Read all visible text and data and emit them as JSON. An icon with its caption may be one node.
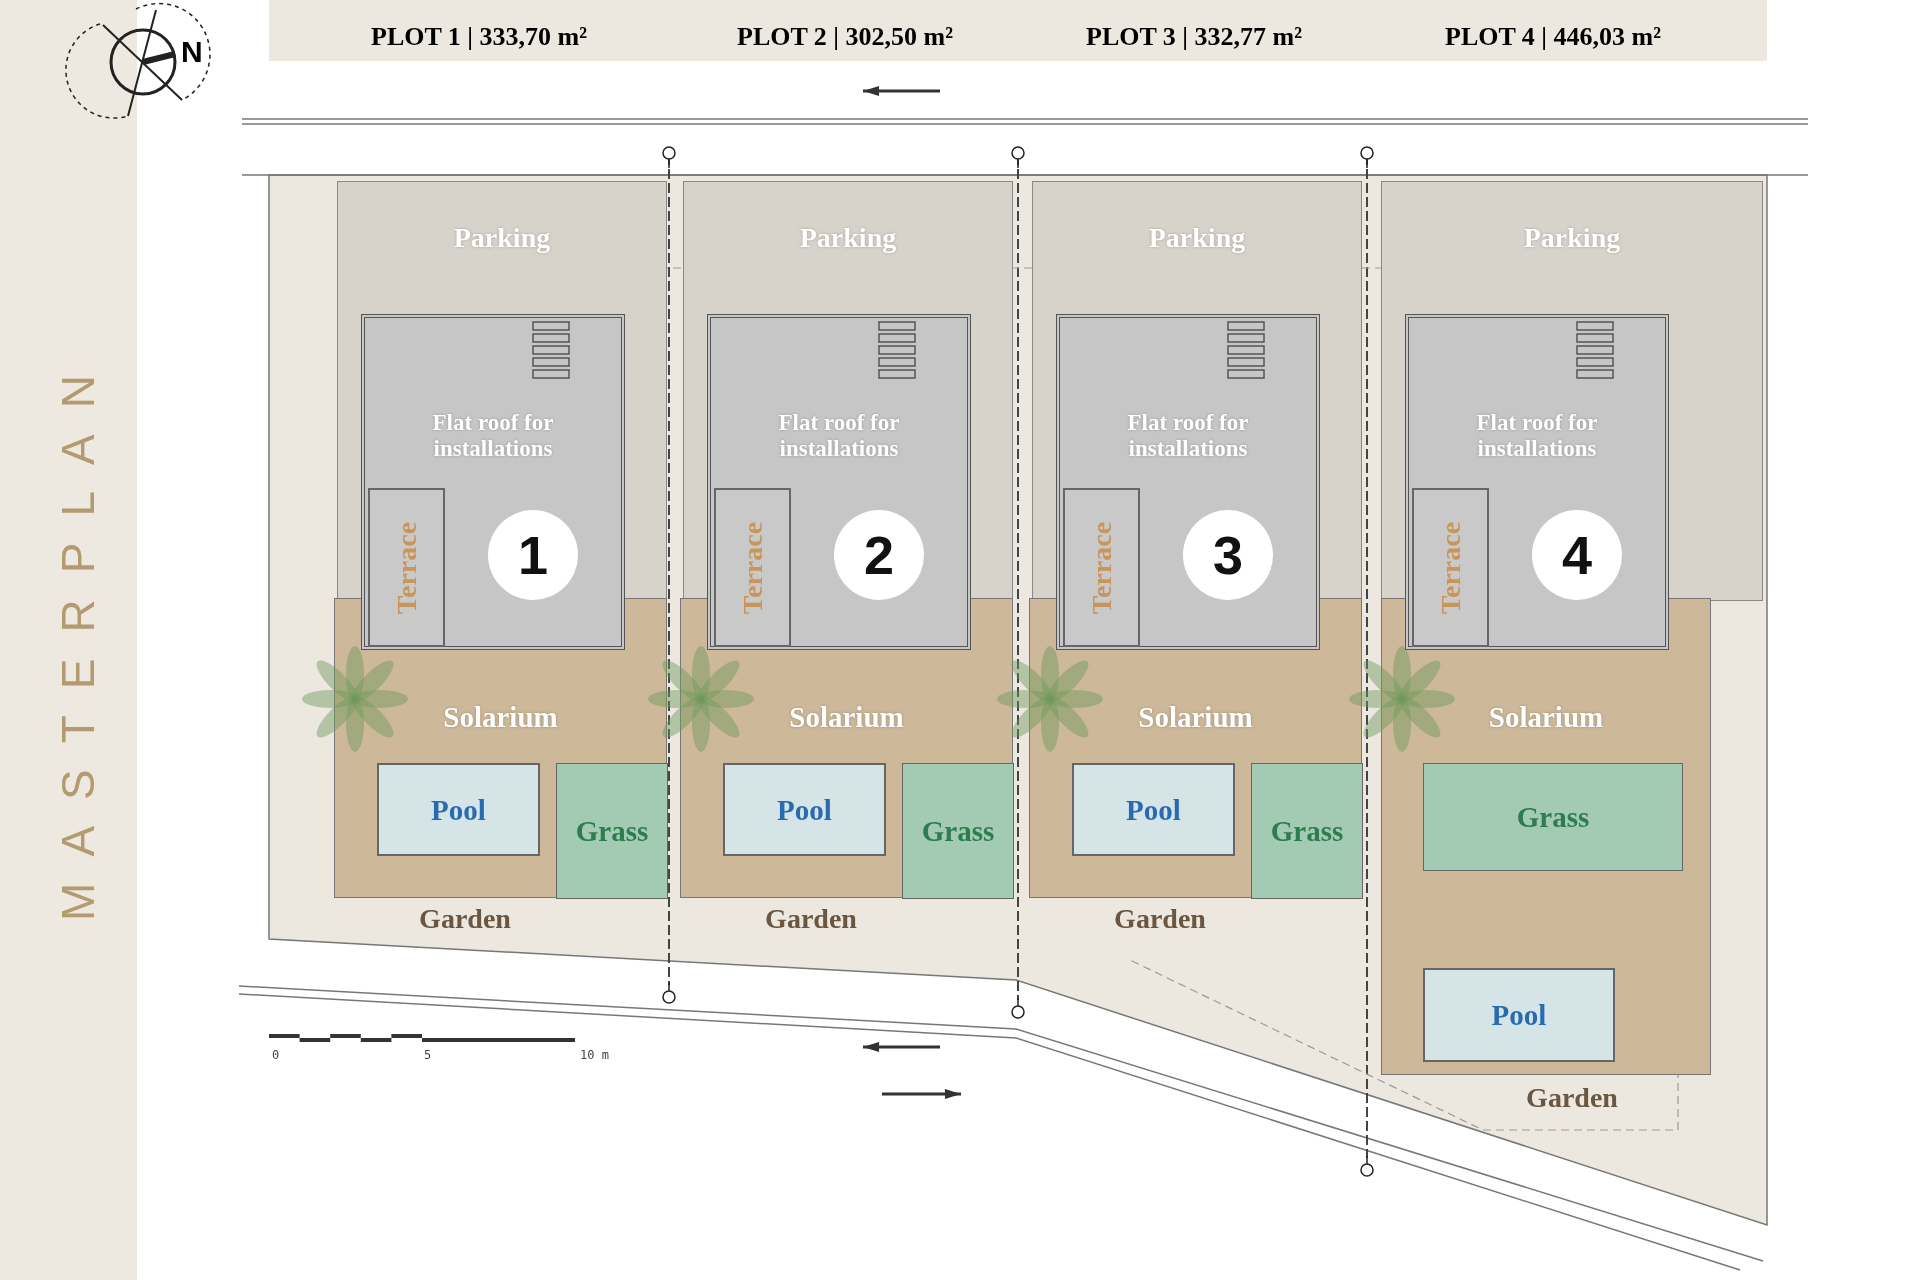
{
  "diagram": {
    "title": "MASTERPLAN",
    "nodes": [
      {
        "text": [
          "Parking"
        ]
      },
      {
        "text": [
          "Flat roof for installations"
        ]
      },
      {
        "text": [
          "Terrace"
        ],
        "in": 1
      },
      {
        "text": [
          "1"
        ],
        "in": 1
      },
      {
        "text": [
          "Solarium"
        ]
      },
      {
        "text": [
          "Pool"
        ],
        "in": 4
      },
      {
        "text": [
          "Grass"
        ],
        "in": 4
      },
      {
        "text": [
          "Garden"
        ]
      },
      {
        "text": [
          "Parking"
        ]
      },
      {
        "text": [
          "Flat roof for installations"
        ]
      },
      {
        "text": [
          "Terrace"
        ],
        "in": 9
      },
      {
        "text": [
          "2"
        ],
        "in": 9
      },
      {
        "text": [
          "Solarium"
        ]
      },
      {
        "text": [
          "Pool"
        ],
        "in": 12
      },
      {
        "text": [
          "Grass"
        ],
        "in": 12
      },
      {
        "text": [
          "Garden"
        ]
      },
      {
        "text": [
          "Parking"
        ]
      },
      {
        "text": [
          "Flat roof for installations"
        ]
      },
      {
        "text": [
          "Terrace"
        ],
        "in": 17
      },
      {
        "text": [
          "3"
        ],
        "in": 17
      },
      {
        "text": [
          "Solarium"
        ]
      },
      {
        "text": [
          "Pool"
        ],
        "in": 20
      },
      {
        "text": [
          "Grass"
        ],
        "in": 20
      },
      {
        "text": [
          "Garden"
        ]
      },
      {
        "text": [
          "Parking"
        ]
      },
      {
        "text": [
          "Flat roof for installations"
        ]
      },
      {
        "text": [
          "Terrace"
        ],
        "in": 25
      },
      {
        "text": [
          "4"
        ],
        "in": 25
      },
      {
        "text": [
          "Solarium"
        ]
      },
      {
        "text": [
          "Grass"
        ],
        "in": 28
      },
      {
        "text": [
          "Pool"
        ],
        "in": 28
      },
      {
        "text": [
          "Garden"
        ]
      }
    ],
    "labels": [
      "PLOT 1 | 333,70 m²",
      "PLOT 2 | 302,50 m²",
      "PLOT 3 | 332,77 m²",
      "PLOT 4 | 446,03 m²",
      "N",
      "0",
      "5",
      "10 m"
    ]
  }
}
